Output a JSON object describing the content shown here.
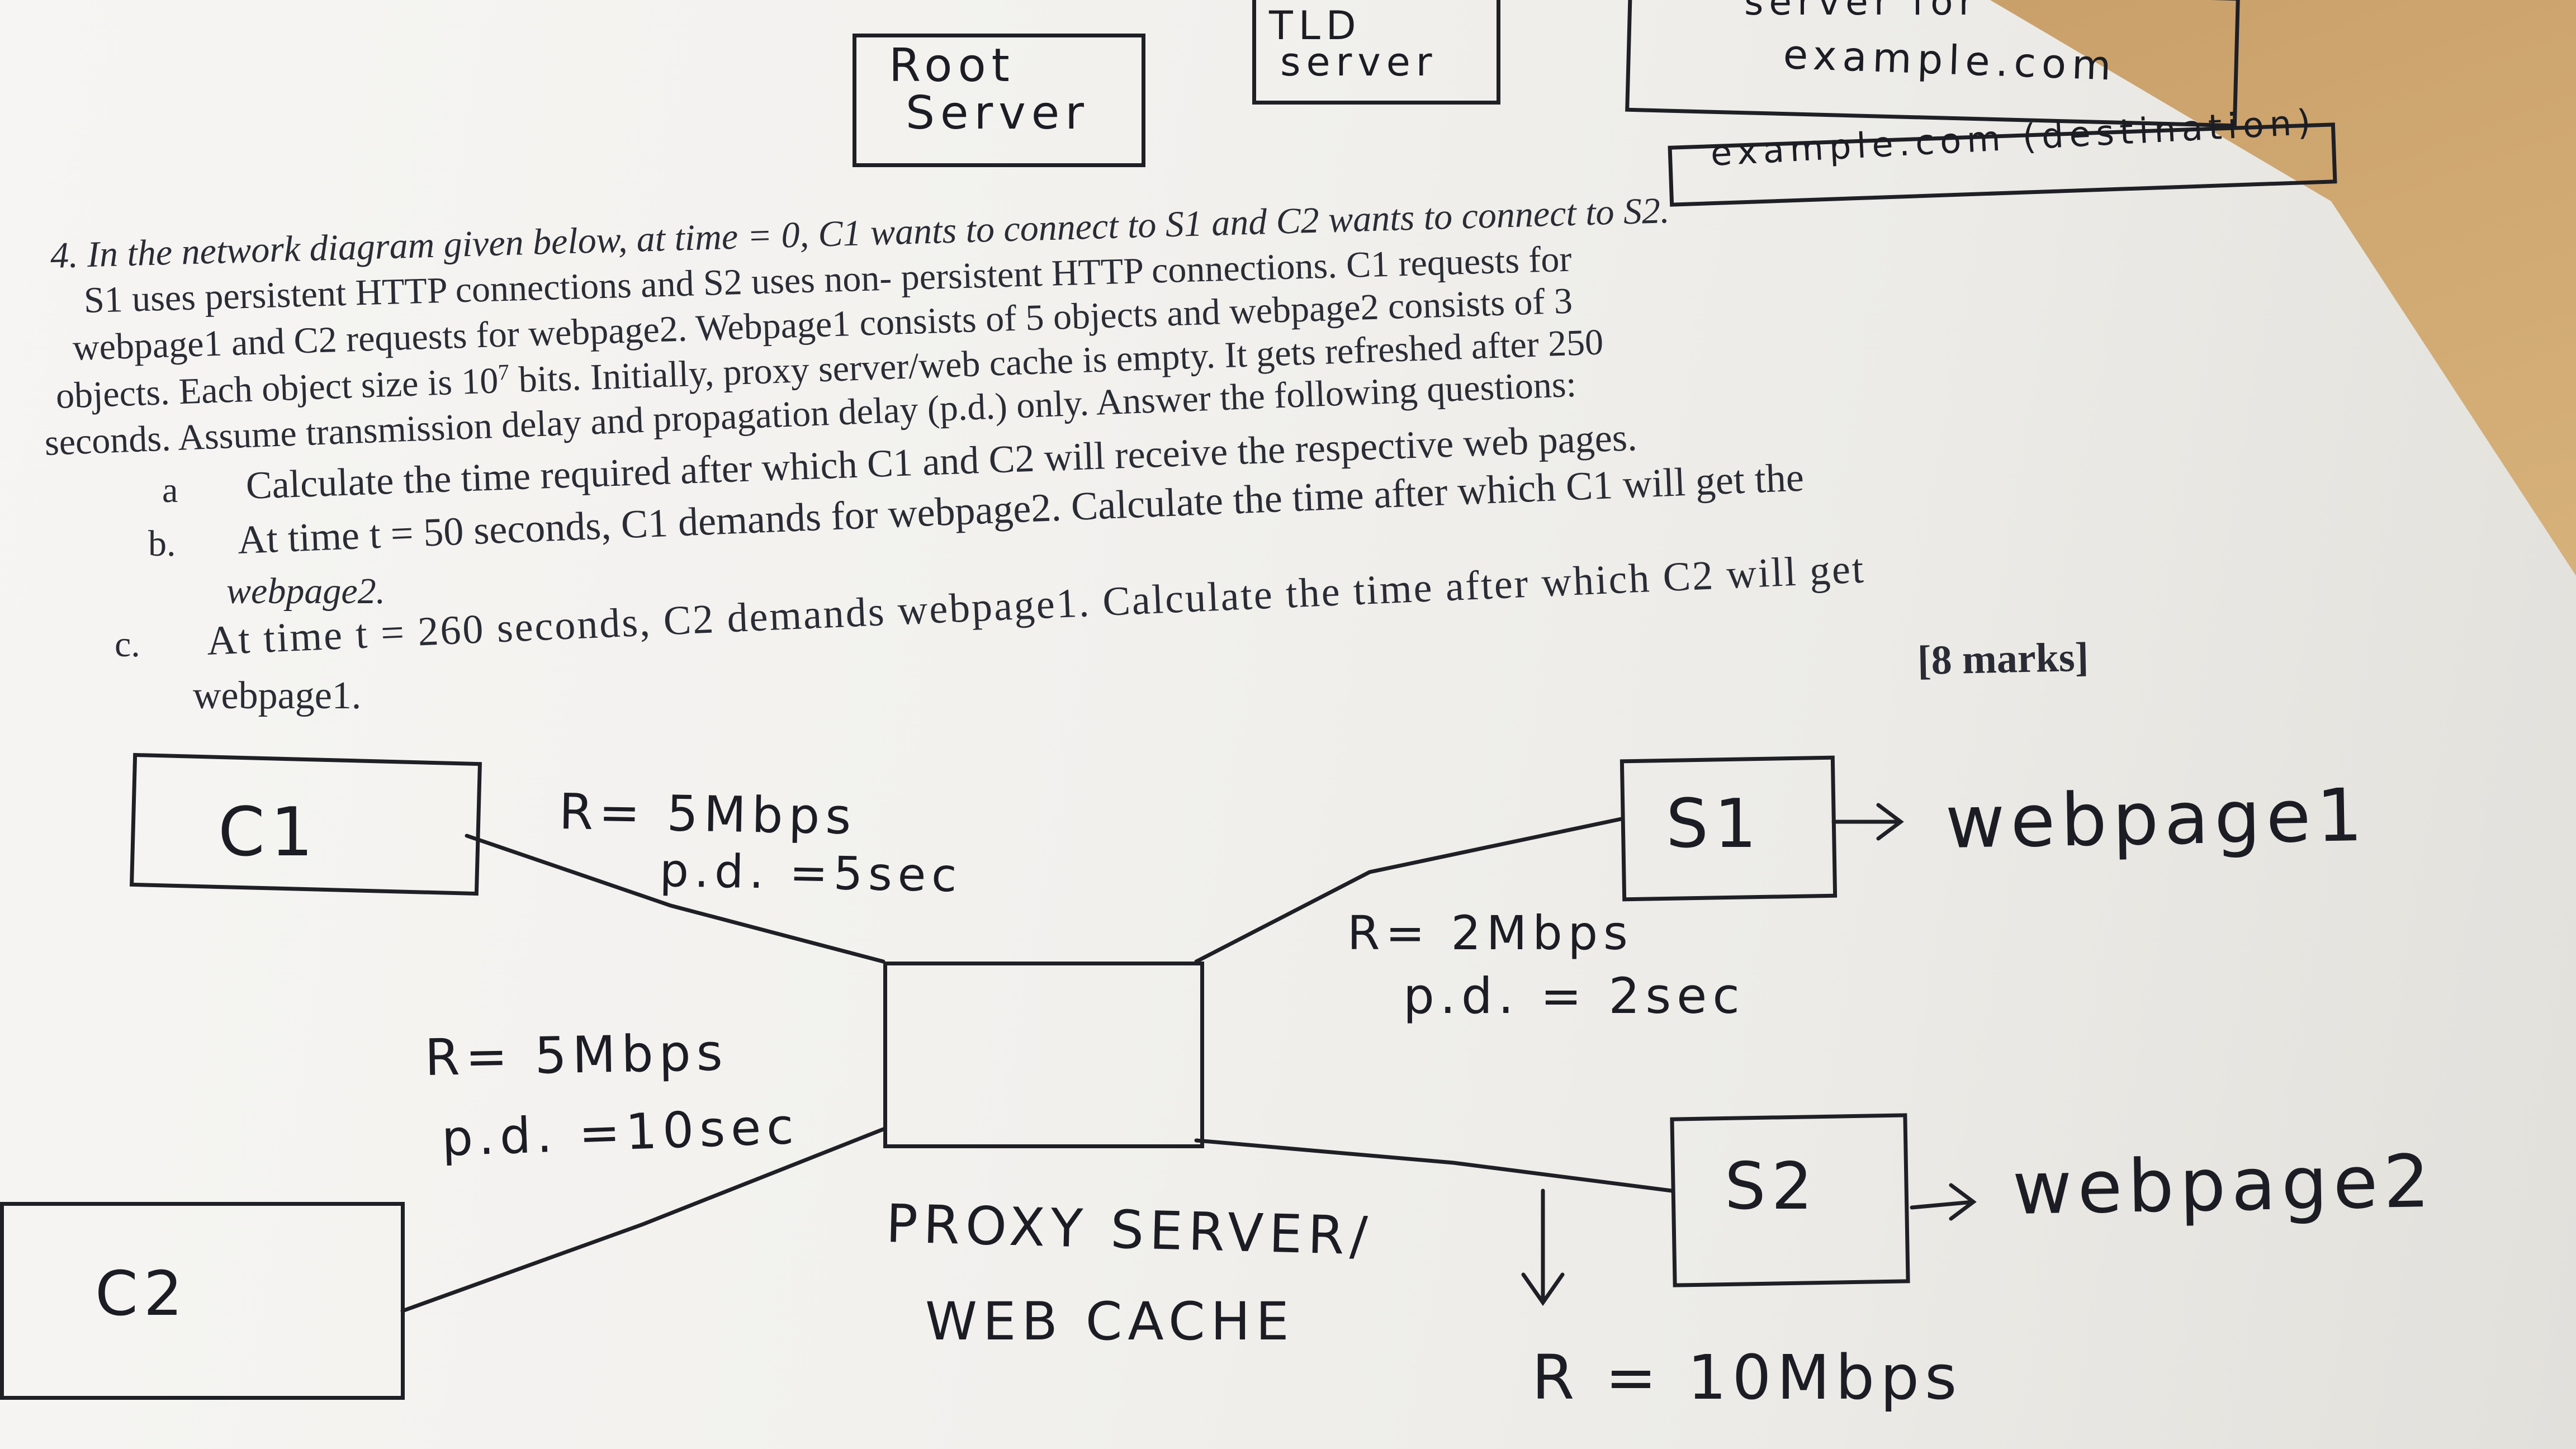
{
  "top_sketch": {
    "root_server": [
      "Root",
      "Server"
    ],
    "tld_server": [
      "TLD",
      "server"
    ],
    "auth_server": [
      "server for",
      "example.com"
    ],
    "resolver": "example.com (destination)"
  },
  "question": {
    "lines": [
      "4. In the network diagram given below, at time = 0, C1 wants to connect to S1 and C2 wants to connect to S2.",
      "S1 uses persistent HTTP connections and S2 uses non- persistent HTTP connections. C1 requests for",
      "webpage1 and C2 requests for webpage2. Webpage1 consists of 5 objects and webpage2 consists of 3",
      "objects. Each object size is 10",
      "seconds. Assume transmission delay and propagation delay (p.d.) only. Answer the following questions:"
    ],
    "line4_exponent": "7",
    "line4_rest": " bits. Initially, proxy server/web cache is empty. It gets refreshed after 250",
    "part_a_label": "a",
    "part_a": "Calculate the time required after which C1 and C2 will receive the respective web pages.",
    "part_b_label": "b.",
    "part_b": "At time t = 50 seconds, C1 demands for webpage2. Calculate the time after which C1 will get the",
    "part_b_cont": "webpage2.",
    "part_c_label": "c.",
    "part_c": "At time t = 260 seconds, C2 demands webpage1. Calculate the time after which C2 will get",
    "part_c_cont": "webpage1.",
    "marks": "[8 marks]"
  },
  "diagram": {
    "c1": "C1",
    "c2": "C2",
    "s1": "S1",
    "s2": "S2",
    "c1_link": [
      "R= 5Mbps",
      "p.d. =5sec"
    ],
    "c2_link": [
      "R= 5Mbps",
      "p.d. =10sec"
    ],
    "s1_link": [
      "R= 2Mbps",
      "p.d. = 2sec"
    ],
    "s2_link_rate": "R = 10Mbps",
    "proxy_label": [
      "PROXY SERVER/",
      "WEB CACHE"
    ],
    "s1_page": "webpage1",
    "s2_page": "webpage2"
  }
}
